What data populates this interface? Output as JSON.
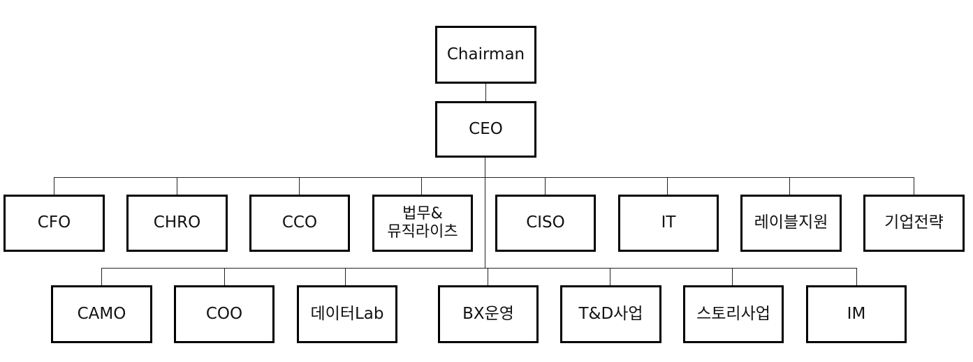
{
  "title": "Organization Chart",
  "top": {
    "chairman": "Chairman",
    "ceo": "CEO"
  },
  "row1": [
    {
      "label": "CFO"
    },
    {
      "label": "CHRO"
    },
    {
      "label": "CCO"
    },
    {
      "label": "법무&\n뮤직라이츠"
    },
    {
      "label": "CISO"
    },
    {
      "label": "IT"
    },
    {
      "label": "레이블지원"
    },
    {
      "label": "기업전략"
    }
  ],
  "row2": [
    {
      "label": "CAMO"
    },
    {
      "label": "COO"
    },
    {
      "label": "데이터Lab"
    },
    {
      "label": "BX운영"
    },
    {
      "label": "T&D사업"
    },
    {
      "label": "스토리사업"
    },
    {
      "label": "IM"
    }
  ]
}
